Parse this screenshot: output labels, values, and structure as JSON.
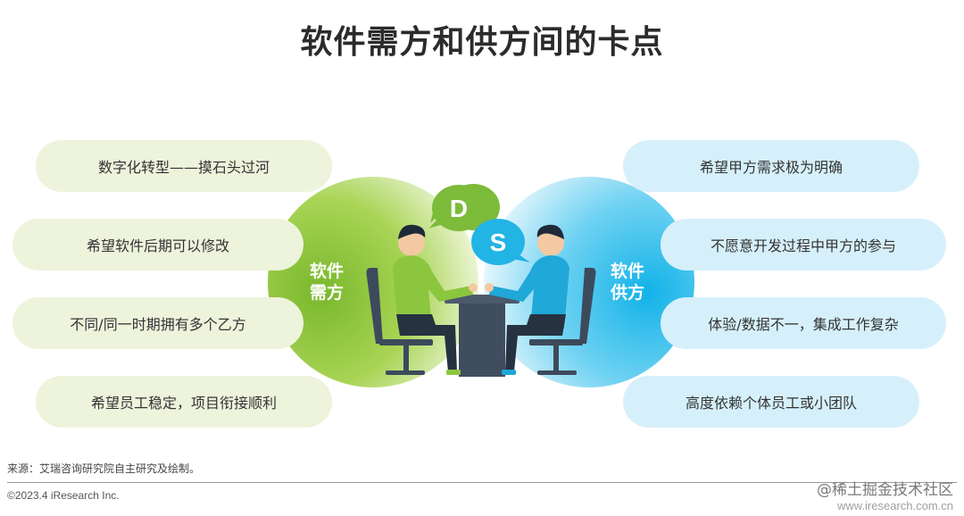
{
  "title": "软件需方和供方间的卡点",
  "demand": {
    "label_line1": "软件",
    "label_line2": "需方",
    "bubble": "D",
    "items": [
      "数字化转型——摸石头过河",
      "希望软件后期可以修改",
      "不同/同一时期拥有多个乙方",
      "希望员工稳定，项目衔接顺利"
    ]
  },
  "supply": {
    "label_line1": "软件",
    "label_line2": "供方",
    "bubble": "S",
    "items": [
      "希望甲方需求极为明确",
      "不愿意开发过程中甲方的参与",
      "体验/数据不一，集成工作复杂",
      "高度依赖个体员工或小团队"
    ]
  },
  "colors": {
    "demand_green": "#8cc63f",
    "supply_blue": "#29bdea",
    "pill_left": "#eef3dc",
    "pill_right": "#d6f0fb"
  },
  "footer": {
    "source": "来源：艾瑞咨询研究院自主研究及绘制。",
    "copyright": "©2023.4 iResearch Inc.",
    "watermark_line1": "@稀土掘金技术社区",
    "watermark_line2": "www.iresearch.com.cn"
  }
}
